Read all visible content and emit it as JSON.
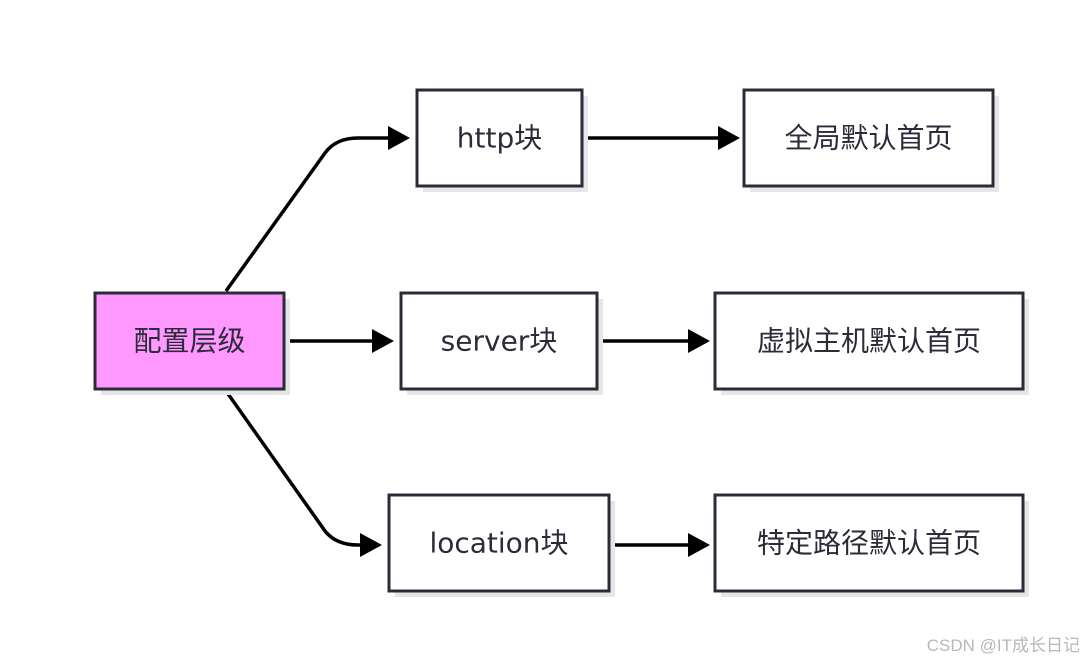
{
  "diagram": {
    "nodes": [
      {
        "id": "root",
        "label": "配置层级",
        "fill": "#ff99ff"
      },
      {
        "id": "http",
        "label": "http块",
        "fill": "#ffffff"
      },
      {
        "id": "server",
        "label": "server块",
        "fill": "#ffffff"
      },
      {
        "id": "location",
        "label": "location块",
        "fill": "#ffffff"
      },
      {
        "id": "http_default",
        "label": "全局默认首页",
        "fill": "#ffffff"
      },
      {
        "id": "server_default",
        "label": "虚拟主机默认首页",
        "fill": "#ffffff"
      },
      {
        "id": "location_default",
        "label": "特定路径默认首页",
        "fill": "#ffffff"
      }
    ],
    "edges": [
      {
        "from": "root",
        "to": "http"
      },
      {
        "from": "root",
        "to": "server"
      },
      {
        "from": "root",
        "to": "location"
      },
      {
        "from": "http",
        "to": "http_default"
      },
      {
        "from": "server",
        "to": "server_default"
      },
      {
        "from": "location",
        "to": "location_default"
      }
    ]
  },
  "watermark": "CSDN @IT成长日记"
}
